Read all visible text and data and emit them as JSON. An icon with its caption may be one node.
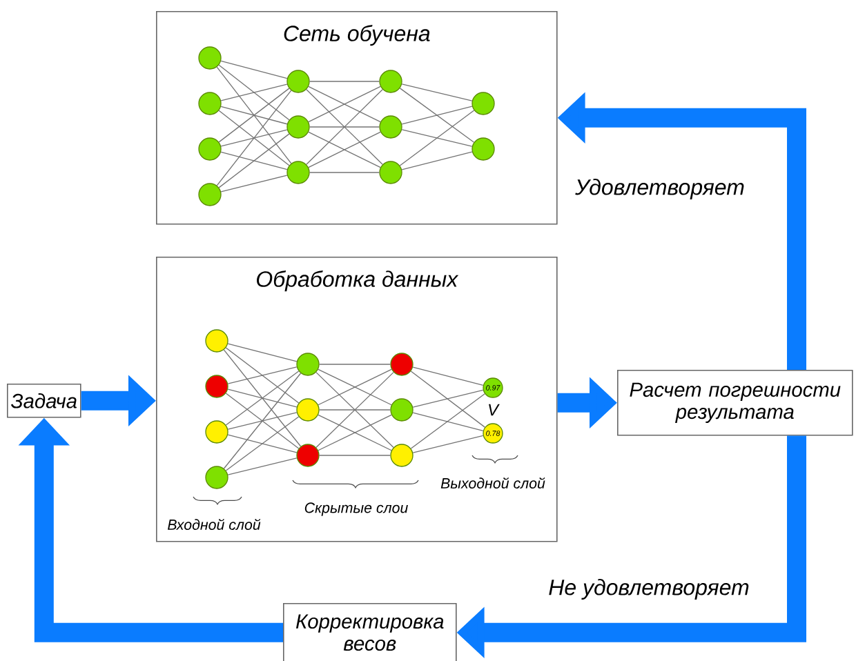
{
  "diagram": {
    "nodes": [
      {
        "text": [
          "Сеть обучена"
        ]
      },
      {
        "text": [
          "Обработка данных"
        ]
      },
      {
        "text": [
          "Задача"
        ]
      },
      {
        "text": [
          "Расчет погрешности результата"
        ]
      },
      {
        "text": [
          "Корректировка весов"
        ]
      },
      {
        "text": [],
        "shape": "circle",
        "in": 0
      },
      {
        "text": [],
        "shape": "circle",
        "in": 0
      },
      {
        "text": [],
        "shape": "circle",
        "in": 0
      },
      {
        "text": [],
        "shape": "circle",
        "in": 0
      },
      {
        "text": [],
        "shape": "circle",
        "in": 0
      },
      {
        "text": [],
        "shape": "circle",
        "in": 0
      },
      {
        "text": [],
        "shape": "circle",
        "in": 0
      },
      {
        "text": [],
        "shape": "circle",
        "in": 0
      },
      {
        "text": [],
        "shape": "circle",
        "in": 0
      },
      {
        "text": [],
        "shape": "circle",
        "in": 0
      },
      {
        "text": [],
        "shape": "circle",
        "in": 0
      },
      {
        "text": [],
        "shape": "circle",
        "in": 0
      },
      {
        "text": [],
        "shape": "circle",
        "in": 1
      },
      {
        "text": [],
        "shape": "circle",
        "in": 1
      },
      {
        "text": [],
        "shape": "circle",
        "in": 1
      },
      {
        "text": [],
        "shape": "circle",
        "in": 1
      },
      {
        "text": [],
        "shape": "circle",
        "in": 1
      },
      {
        "text": [],
        "shape": "circle",
        "in": 1
      },
      {
        "text": [],
        "shape": "circle",
        "in": 1
      },
      {
        "text": [],
        "shape": "circle",
        "in": 1
      },
      {
        "text": [],
        "shape": "circle",
        "in": 1
      },
      {
        "text": [],
        "shape": "circle",
        "in": 1
      },
      {
        "text": [
          "0.97"
        ],
        "in": 1
      },
      {
        "text": [
          "0.78"
        ],
        "in": 1
      }
    ],
    "edges": [
      {
        "from": 2,
        "to": 1,
        "arrow": "to",
        "style": "thick",
        "color": "#0a7cff"
      },
      {
        "from": 1,
        "to": 3,
        "arrow": "to",
        "style": "thick",
        "color": "#0a7cff"
      },
      {
        "from": 3,
        "to": 0,
        "arrow": "to",
        "style": "thick",
        "color": "#0a7cff",
        "label": "Удовлетворяет"
      },
      {
        "from": 3,
        "to": 4,
        "arrow": "to",
        "style": "thick",
        "color": "#0a7cff",
        "label": "Не удовлетворяет"
      },
      {
        "from": 4,
        "to": 2,
        "arrow": "to",
        "style": "thick",
        "color": "#0a7cff"
      },
      {
        "from": 5,
        "to": 9,
        "arrow": "none"
      },
      {
        "from": 5,
        "to": 10,
        "arrow": "none"
      },
      {
        "from": 5,
        "to": 11,
        "arrow": "none"
      },
      {
        "from": 6,
        "to": 9,
        "arrow": "none"
      },
      {
        "from": 6,
        "to": 10,
        "arrow": "none"
      },
      {
        "from": 6,
        "to": 11,
        "arrow": "none"
      },
      {
        "from": 7,
        "to": 9,
        "arrow": "none"
      },
      {
        "from": 7,
        "to": 10,
        "arrow": "none"
      },
      {
        "from": 7,
        "to": 11,
        "arrow": "none"
      },
      {
        "from": 8,
        "to": 9,
        "arrow": "none"
      },
      {
        "from": 8,
        "to": 10,
        "arrow": "none"
      },
      {
        "from": 8,
        "to": 11,
        "arrow": "none"
      },
      {
        "from": 9,
        "to": 12,
        "arrow": "none"
      },
      {
        "from": 9,
        "to": 13,
        "arrow": "none"
      },
      {
        "from": 9,
        "to": 14,
        "arrow": "none"
      },
      {
        "from": 10,
        "to": 12,
        "arrow": "none"
      },
      {
        "from": 10,
        "to": 13,
        "arrow": "none"
      },
      {
        "from": 10,
        "to": 14,
        "arrow": "none"
      },
      {
        "from": 11,
        "to": 12,
        "arrow": "none"
      },
      {
        "from": 11,
        "to": 13,
        "arrow": "none"
      },
      {
        "from": 11,
        "to": 14,
        "arrow": "none"
      },
      {
        "from": 12,
        "to": 15,
        "arrow": "none"
      },
      {
        "from": 12,
        "to": 16,
        "arrow": "none"
      },
      {
        "from": 13,
        "to": 15,
        "arrow": "none"
      },
      {
        "from": 13,
        "to": 16,
        "arrow": "none"
      },
      {
        "from": 14,
        "to": 15,
        "arrow": "none"
      },
      {
        "from": 14,
        "to": 16,
        "arrow": "none"
      },
      {
        "from": 17,
        "to": 21,
        "arrow": "none"
      },
      {
        "from": 17,
        "to": 22,
        "arrow": "none"
      },
      {
        "from": 17,
        "to": 23,
        "arrow": "none"
      },
      {
        "from": 18,
        "to": 21,
        "arrow": "none"
      },
      {
        "from": 18,
        "to": 22,
        "arrow": "none"
      },
      {
        "from": 18,
        "to": 23,
        "arrow": "none"
      },
      {
        "from": 19,
        "to": 21,
        "arrow": "none"
      },
      {
        "from": 19,
        "to": 22,
        "arrow": "none"
      },
      {
        "from": 19,
        "to": 23,
        "arrow": "none"
      },
      {
        "from": 20,
        "to": 21,
        "arrow": "none"
      },
      {
        "from": 20,
        "to": 22,
        "arrow": "none"
      },
      {
        "from": 20,
        "to": 23,
        "arrow": "none"
      },
      {
        "from": 21,
        "to": 24,
        "arrow": "none"
      },
      {
        "from": 21,
        "to": 25,
        "arrow": "none"
      },
      {
        "from": 21,
        "to": 26,
        "arrow": "none"
      },
      {
        "from": 22,
        "to": 24,
        "arrow": "none"
      },
      {
        "from": 22,
        "to": 25,
        "arrow": "none"
      },
      {
        "from": 22,
        "to": 26,
        "arrow": "none"
      },
      {
        "from": 23,
        "to": 24,
        "arrow": "none"
      },
      {
        "from": 23,
        "to": 25,
        "arrow": "none"
      },
      {
        "from": 23,
        "to": 26,
        "arrow": "none"
      },
      {
        "from": 24,
        "to": 27,
        "arrow": "none"
      },
      {
        "from": 24,
        "to": 28,
        "arrow": "none"
      },
      {
        "from": 25,
        "to": 27,
        "arrow": "none"
      },
      {
        "from": 25,
        "to": 28,
        "arrow": "none"
      },
      {
        "from": 26,
        "to": 27,
        "arrow": "none"
      },
      {
        "from": 26,
        "to": 28,
        "arrow": "none"
      }
    ],
    "labels": [
      "V",
      "Входной слой",
      "Скрытые слои",
      "Выходной слой"
    ]
  }
}
